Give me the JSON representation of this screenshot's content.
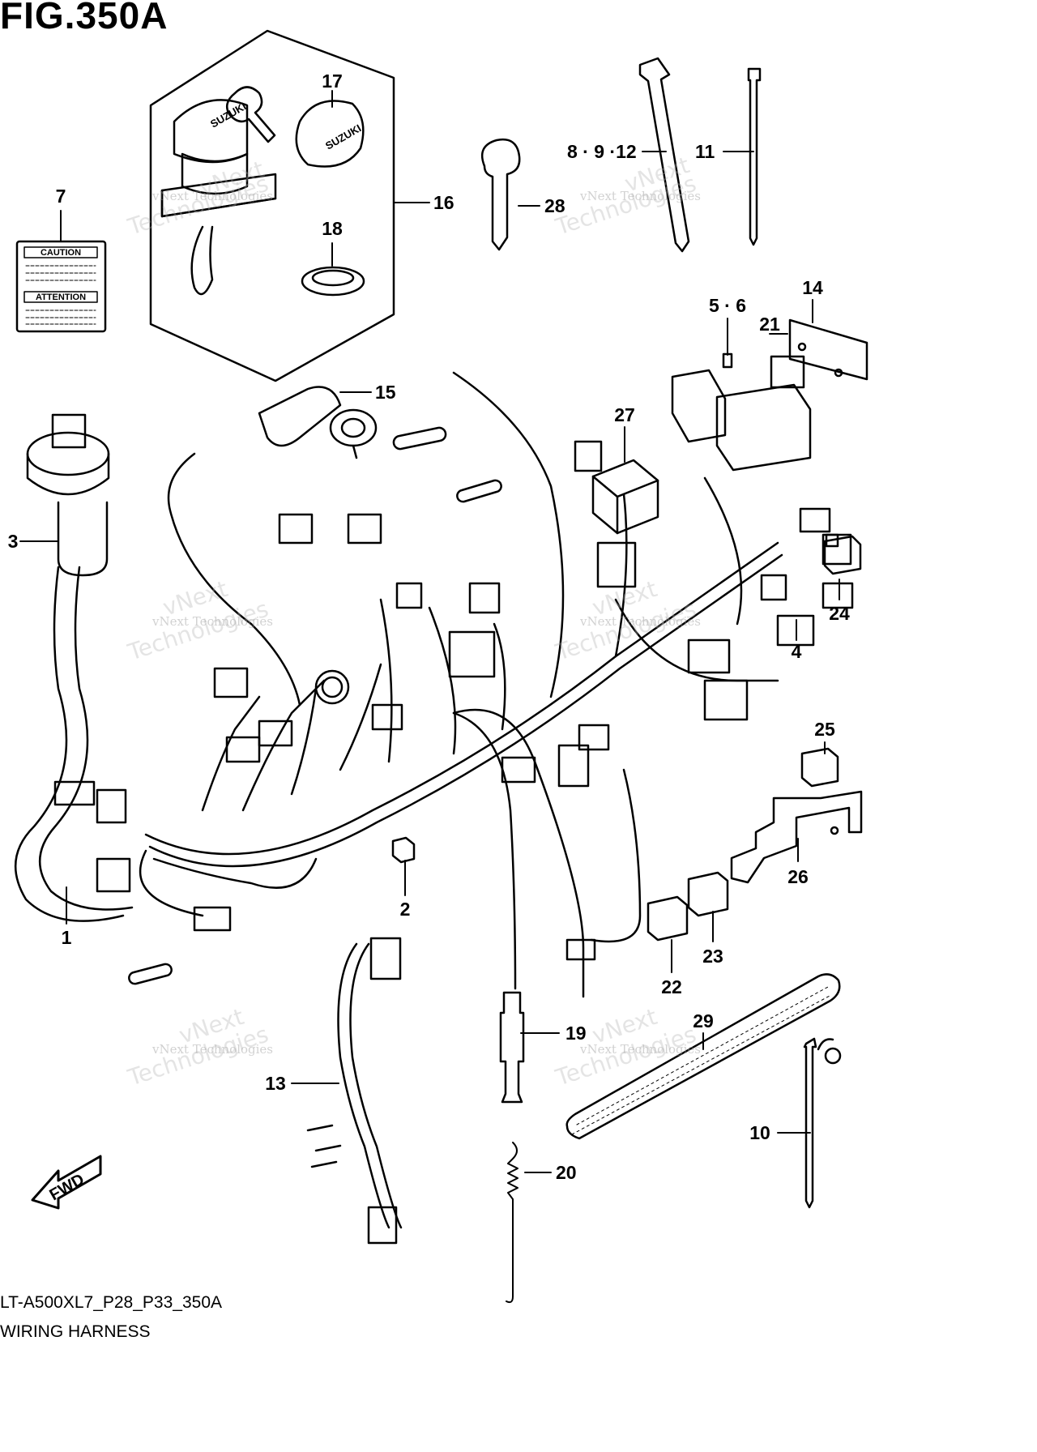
{
  "figure": {
    "title": "FIG.350A",
    "model_code": "LT-A500XL7_P28_P33_350A",
    "caption": "WIRING HARNESS"
  },
  "labels": {
    "caution": "CAUTION",
    "attention": "ATTENTION",
    "fwd": "FWD",
    "brand": "SUZUKI"
  },
  "watermark": {
    "line1": "vNext Technologies",
    "line2": "vNext",
    "line3": "Technologies"
  },
  "callouts": {
    "c1": "1",
    "c2": "2",
    "c3": "3",
    "c4": "4",
    "c56": "5 · 6",
    "c7": "7",
    "c8912": "8 · 9 ·12",
    "c10": "10",
    "c11": "11",
    "c13": "13",
    "c14": "14",
    "c15": "15",
    "c16": "16",
    "c17": "17",
    "c18": "18",
    "c19": "19",
    "c20": "20",
    "c21": "21",
    "c22": "22",
    "c23": "23",
    "c24": "24",
    "c25": "25",
    "c26": "26",
    "c27": "27",
    "c28": "28",
    "c29": "29"
  },
  "colors": {
    "line": "#000000",
    "background": "#ffffff",
    "watermark": "#9a9a9a"
  }
}
